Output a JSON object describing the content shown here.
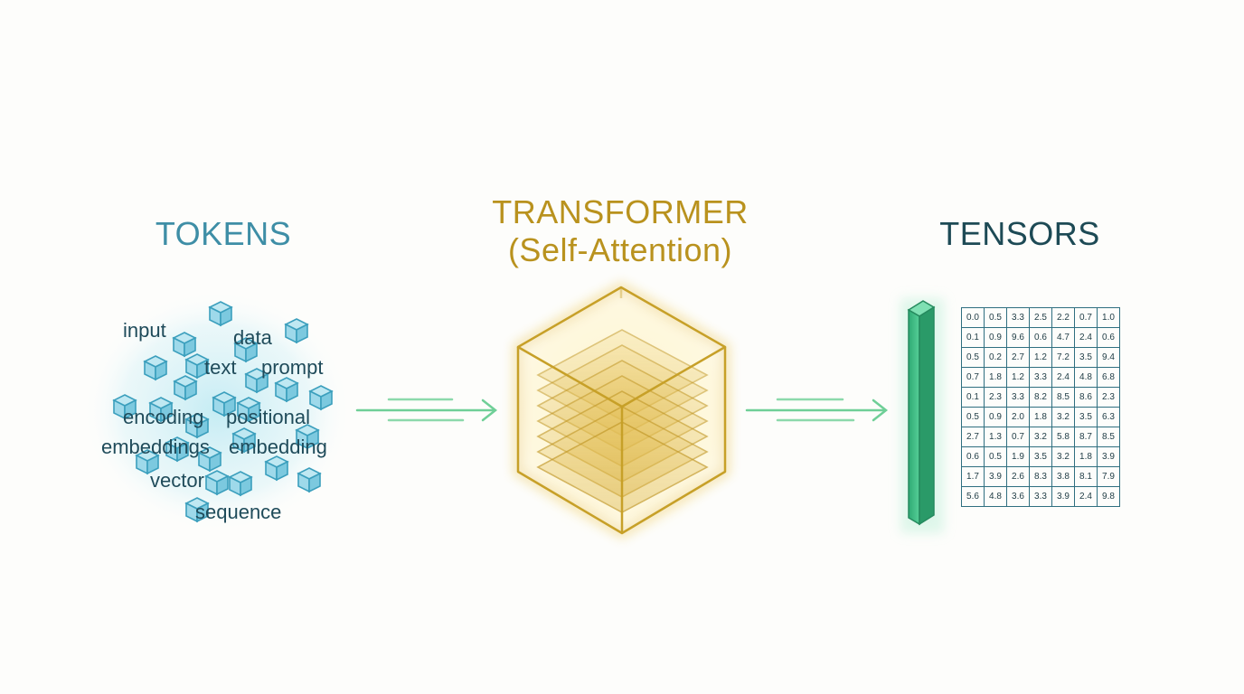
{
  "tokens": {
    "title": "TOKENS",
    "words": [
      "input",
      "data",
      "text",
      "prompt",
      "encoding",
      "positional",
      "embeddings",
      "embedding",
      "vector",
      "sequence"
    ]
  },
  "transformer": {
    "title_line1": "TRANSFORMER",
    "title_line2": "(Self-Attention)"
  },
  "tensors": {
    "title": "TENSORS",
    "matrix": [
      [
        "0.0",
        "0.5",
        "3.3",
        "2.5",
        "2.2",
        "0.7",
        "1.0"
      ],
      [
        "0.1",
        "0.9",
        "9.6",
        "0.6",
        "4.7",
        "2.4",
        "0.6"
      ],
      [
        "0.5",
        "0.2",
        "2.7",
        "1.2",
        "7.2",
        "3.5",
        "9.4"
      ],
      [
        "0.7",
        "1.8",
        "1.2",
        "3.3",
        "2.4",
        "4.8",
        "6.8"
      ],
      [
        "0.1",
        "2.3",
        "3.3",
        "8.2",
        "8.5",
        "8.6",
        "2.3"
      ],
      [
        "0.5",
        "0.9",
        "2.0",
        "1.8",
        "3.2",
        "3.5",
        "6.3"
      ],
      [
        "2.7",
        "1.3",
        "0.7",
        "3.2",
        "5.8",
        "8.7",
        "8.5"
      ],
      [
        "0.6",
        "0.5",
        "1.9",
        "3.5",
        "3.2",
        "1.8",
        "3.9"
      ],
      [
        "1.7",
        "3.9",
        "2.6",
        "8.3",
        "3.8",
        "8.1",
        "7.9"
      ],
      [
        "5.6",
        "4.8",
        "3.6",
        "3.3",
        "3.9",
        "2.4",
        "9.8"
      ]
    ]
  },
  "colors": {
    "token_cube": "#3fa9c6",
    "transformer": "#c9a227",
    "tensor_bar": "#3dbb86",
    "arrow": "#6fcf97"
  }
}
